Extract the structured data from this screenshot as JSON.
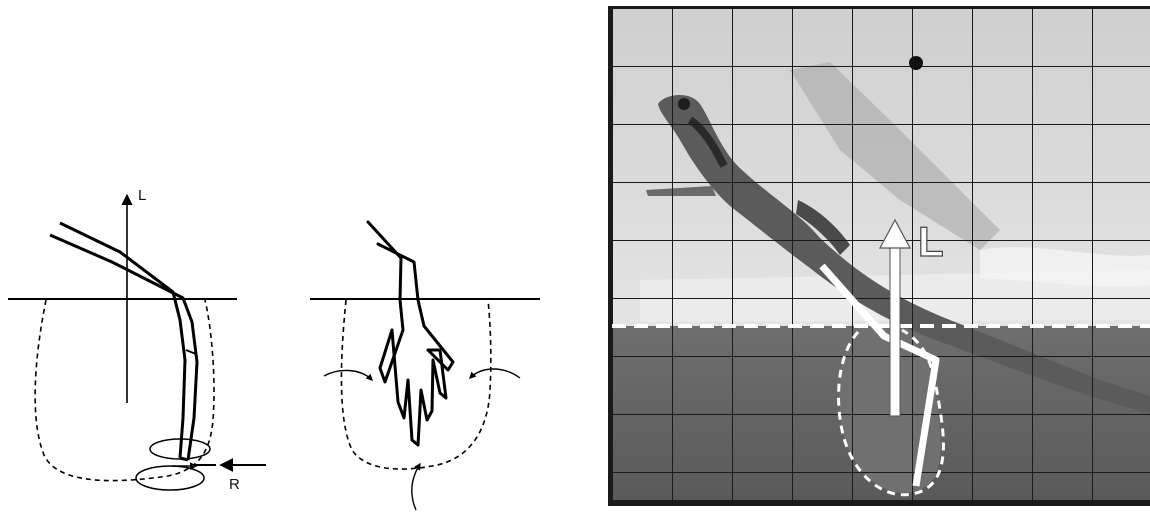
{
  "figure": {
    "panel_a": {
      "lift_label": "L",
      "resistance_label": "R"
    },
    "panel_c": {
      "lift_label": "L"
    }
  }
}
